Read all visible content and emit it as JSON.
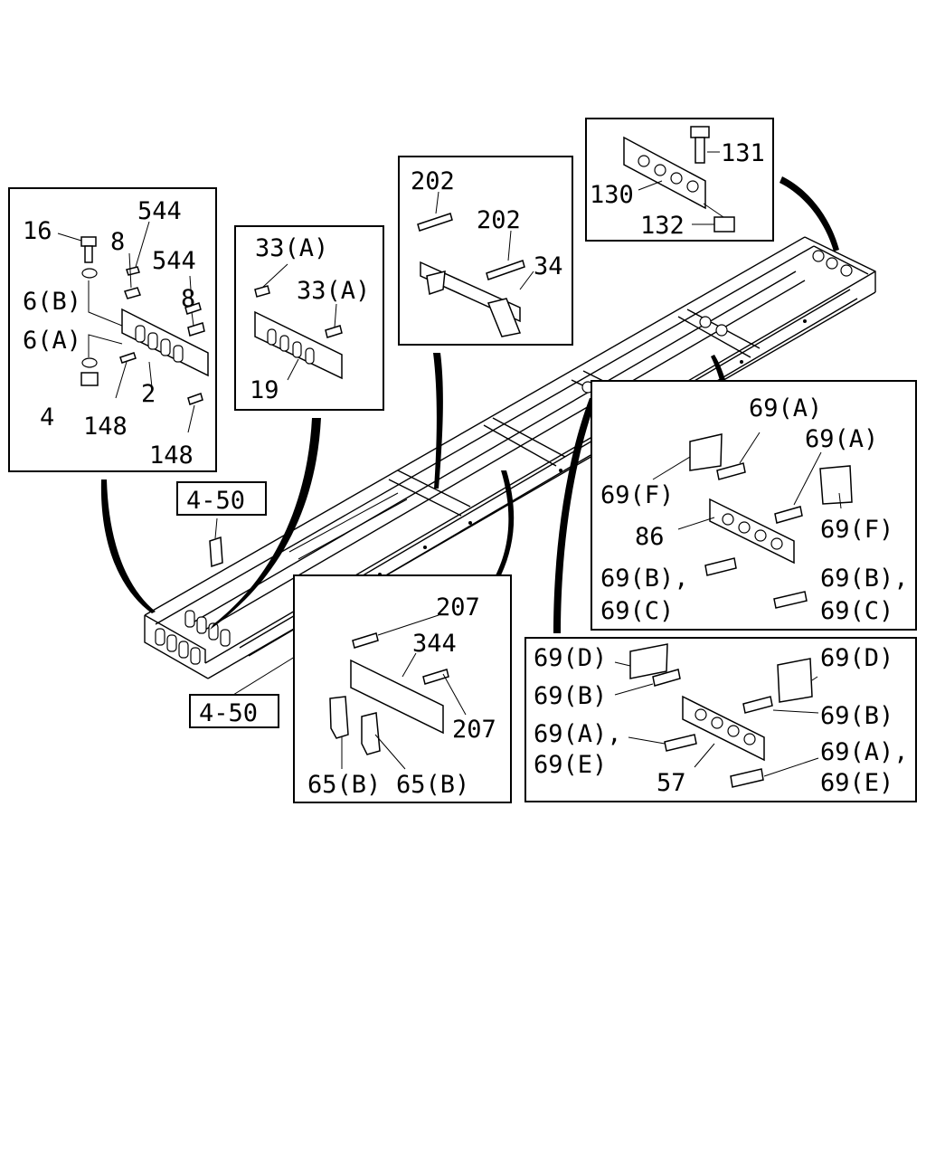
{
  "frame": {
    "ref_4_50_a": "4-50",
    "ref_4_50_b": "4-50"
  },
  "box1": {
    "l16": "16",
    "l544a": "544",
    "l8a": "8",
    "l544b": "544",
    "l6b": "6(B)",
    "l8b": "8",
    "l6a": "6(A)",
    "l2": "2",
    "l4": "4",
    "l148a": "148",
    "l148b": "148"
  },
  "box2": {
    "l33a1": "33(A)",
    "l33a2": "33(A)",
    "l19": "19"
  },
  "box3": {
    "l202a": "202",
    "l202b": "202",
    "l34": "34"
  },
  "box4": {
    "l131": "131",
    "l130": "130",
    "l132": "132"
  },
  "box5": {
    "l69a1": "69(A)",
    "l69a2": "69(A)",
    "l69f1": "69(F)",
    "l86": "86",
    "l69f2": "69(F)",
    "l69b1": "69(B),",
    "l69b2": "69(B),",
    "l69c1": "69(C)",
    "l69c2": "69(C)"
  },
  "box6": {
    "l207a": "207",
    "l344": "344",
    "l207b": "207",
    "l65b1": "65(B)",
    "l65b2": "65(B)"
  },
  "box7": {
    "l69d1": "69(D)",
    "l69d2": "69(D)",
    "l69b1": "69(B)",
    "l69b2": "69(B)",
    "l69a1": "69(A),",
    "l69e1": "69(E)",
    "l57": "57",
    "l69a2": "69(A),",
    "l69e2": "69(E)"
  }
}
